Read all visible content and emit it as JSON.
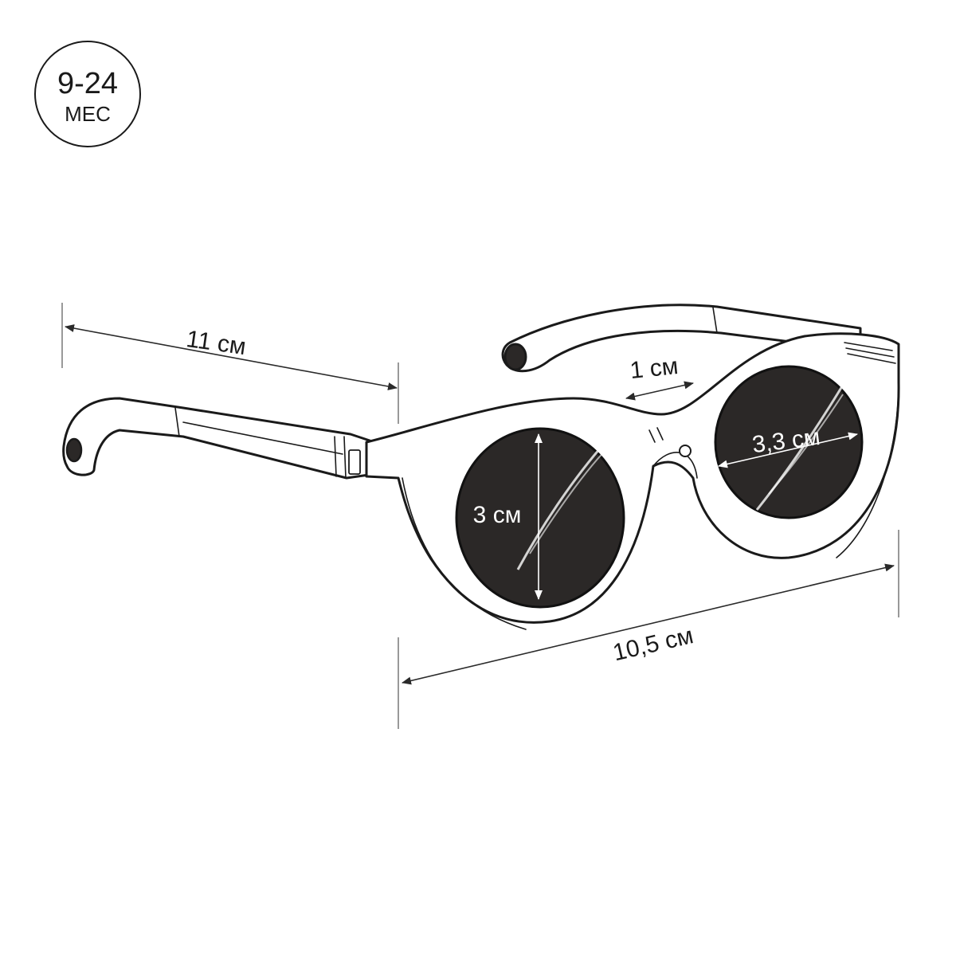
{
  "badge": {
    "age": "9-24",
    "unit": "МЕС"
  },
  "dimensions": {
    "temple_length": "11 см",
    "bridge": "1 см",
    "lens_width": "3,3 см",
    "lens_height": "3 см",
    "frame_width": "10,5 см"
  },
  "colors": {
    "line": "#1a1a1a",
    "lens": "#2b2827",
    "background": "#ffffff"
  }
}
